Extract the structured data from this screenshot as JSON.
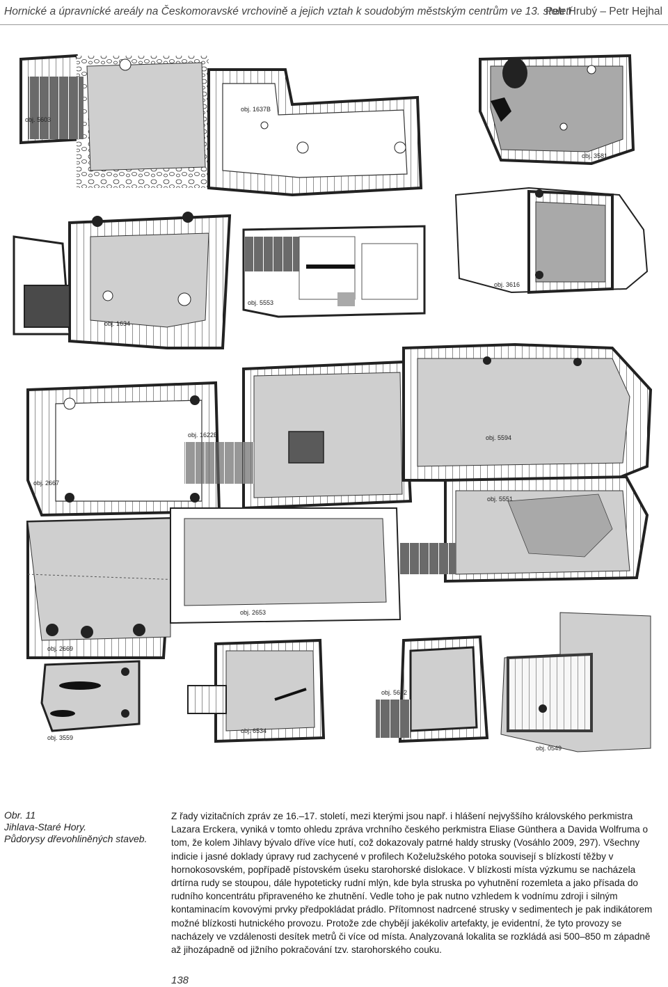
{
  "header": {
    "title": "Hornické a úpravnické areály na Českomoravské vrchovině a jejich vztah k soudobým městským centrům ve 13. století",
    "authors": "Petr Hrubý – Petr Hejhal"
  },
  "figure": {
    "labels": [
      "obj. 5603",
      "obj. 1637B",
      "obj. 3581",
      "obj. 1634",
      "obj. 5553",
      "obj. 3616",
      "obj. 1622B",
      "obj. 5594",
      "obj. 2667",
      "obj. 5551",
      "obj. 2653",
      "obj. 2669",
      "obj. 5692",
      "obj. 3559",
      "obj. 6534",
      "obj. 0549"
    ]
  },
  "caption": {
    "line1": "Obr. 11",
    "line2": "Jihlava-Staré Hory.",
    "line3": "Půdorysy dřevohliněných staveb."
  },
  "body_text": "Z řady vizitačních zpráv ze 16.–17. století, mezi kterými jsou např. i hlášení nejvyššího královského perkmistra Lazara Erckera, vyniká v tomto ohledu zpráva vrchního českého perkmistra Eliase Günthera a Davida Wolfruma o tom, že kolem Jihlavy bývalo dříve více hutí, což dokazovaly patrné haldy strusky (Vosáhlo 2009, 297). Všechny indicie i jasné doklady úpravy rud zachycené v profilech Koželužského potoka souvisejí s blízkostí těžby v hornokosovském, popřípadě pístovském úseku starohorské dislokace. V blízkosti místa výzkumu se nacházela drtírna rudy se stoupou, dále hypoteticky rudní mlýn, kde byla struska po vyhutnění rozemleta a jako přísada do rudního koncentrátu připraveného ke zhutnění. Vedle toho je pak nutno vzhledem k vodnímu zdroji i silným kontaminacím kovovými prvky předpokládat prádlo. Přítomnost nadrcené strusky v sedimentech je pak indikátorem možné blízkosti hutnického provozu. Protože zde chybějí jakékoliv artefakty, je evidentní, že tyto provozy se nacházely ve vzdálenosti desítek metrů či více od místa. Analyzovaná lokalita se rozkládá asi 500–850 m západně až jihozápadně od jižního pokračování tzv. starohorského couku.",
  "page_number": "138",
  "colors": {
    "floor_light": "#cfcfcf",
    "floor_mid": "#a9a9a9",
    "floor_dark": "#5a5a5a",
    "outline": "#222222"
  }
}
